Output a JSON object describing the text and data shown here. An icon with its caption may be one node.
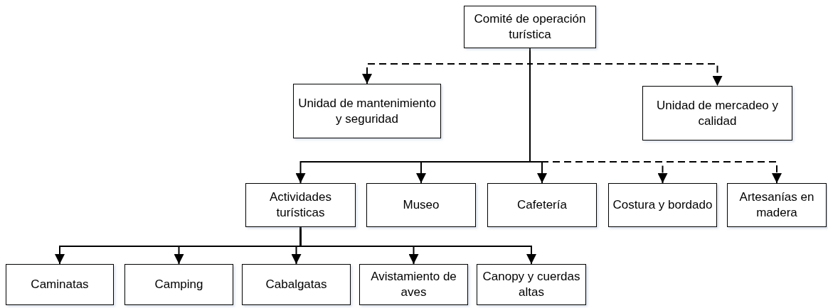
{
  "diagram": {
    "nodes": [
      {
        "text": [
          "Comité de operación turística"
        ]
      },
      {
        "text": [
          "Unidad de mantenimiento y seguridad"
        ]
      },
      {
        "text": [
          "Unidad de mercadeo y calidad"
        ]
      },
      {
        "text": [
          "Actividades turísticas"
        ]
      },
      {
        "text": [
          "Museo"
        ]
      },
      {
        "text": [
          "Cafetería"
        ]
      },
      {
        "text": [
          "Costura y bordado"
        ]
      },
      {
        "text": [
          "Artesanías en madera"
        ]
      },
      {
        "text": [
          "Caminatas"
        ]
      },
      {
        "text": [
          "Camping"
        ]
      },
      {
        "text": [
          "Cabalgatas"
        ]
      },
      {
        "text": [
          "Avistamiento de aves"
        ]
      },
      {
        "text": [
          "Canopy y cuerdas altas"
        ]
      }
    ],
    "edges": [
      {
        "from": 0,
        "to": 1,
        "arrow": "to",
        "style": "dashed"
      },
      {
        "from": 0,
        "to": 2,
        "arrow": "to",
        "style": "dashed"
      },
      {
        "from": 0,
        "to": 3,
        "arrow": "to"
      },
      {
        "from": 0,
        "to": 4,
        "arrow": "to"
      },
      {
        "from": 0,
        "to": 5,
        "arrow": "to"
      },
      {
        "from": 0,
        "to": 6,
        "arrow": "to",
        "style": "dashed"
      },
      {
        "from": 0,
        "to": 7,
        "arrow": "to",
        "style": "dashed"
      },
      {
        "from": 3,
        "to": 8,
        "arrow": "to"
      },
      {
        "from": 3,
        "to": 9,
        "arrow": "to"
      },
      {
        "from": 3,
        "to": 10,
        "arrow": "to"
      },
      {
        "from": 3,
        "to": 11,
        "arrow": "to"
      },
      {
        "from": 3,
        "to": 12,
        "arrow": "to"
      }
    ]
  }
}
